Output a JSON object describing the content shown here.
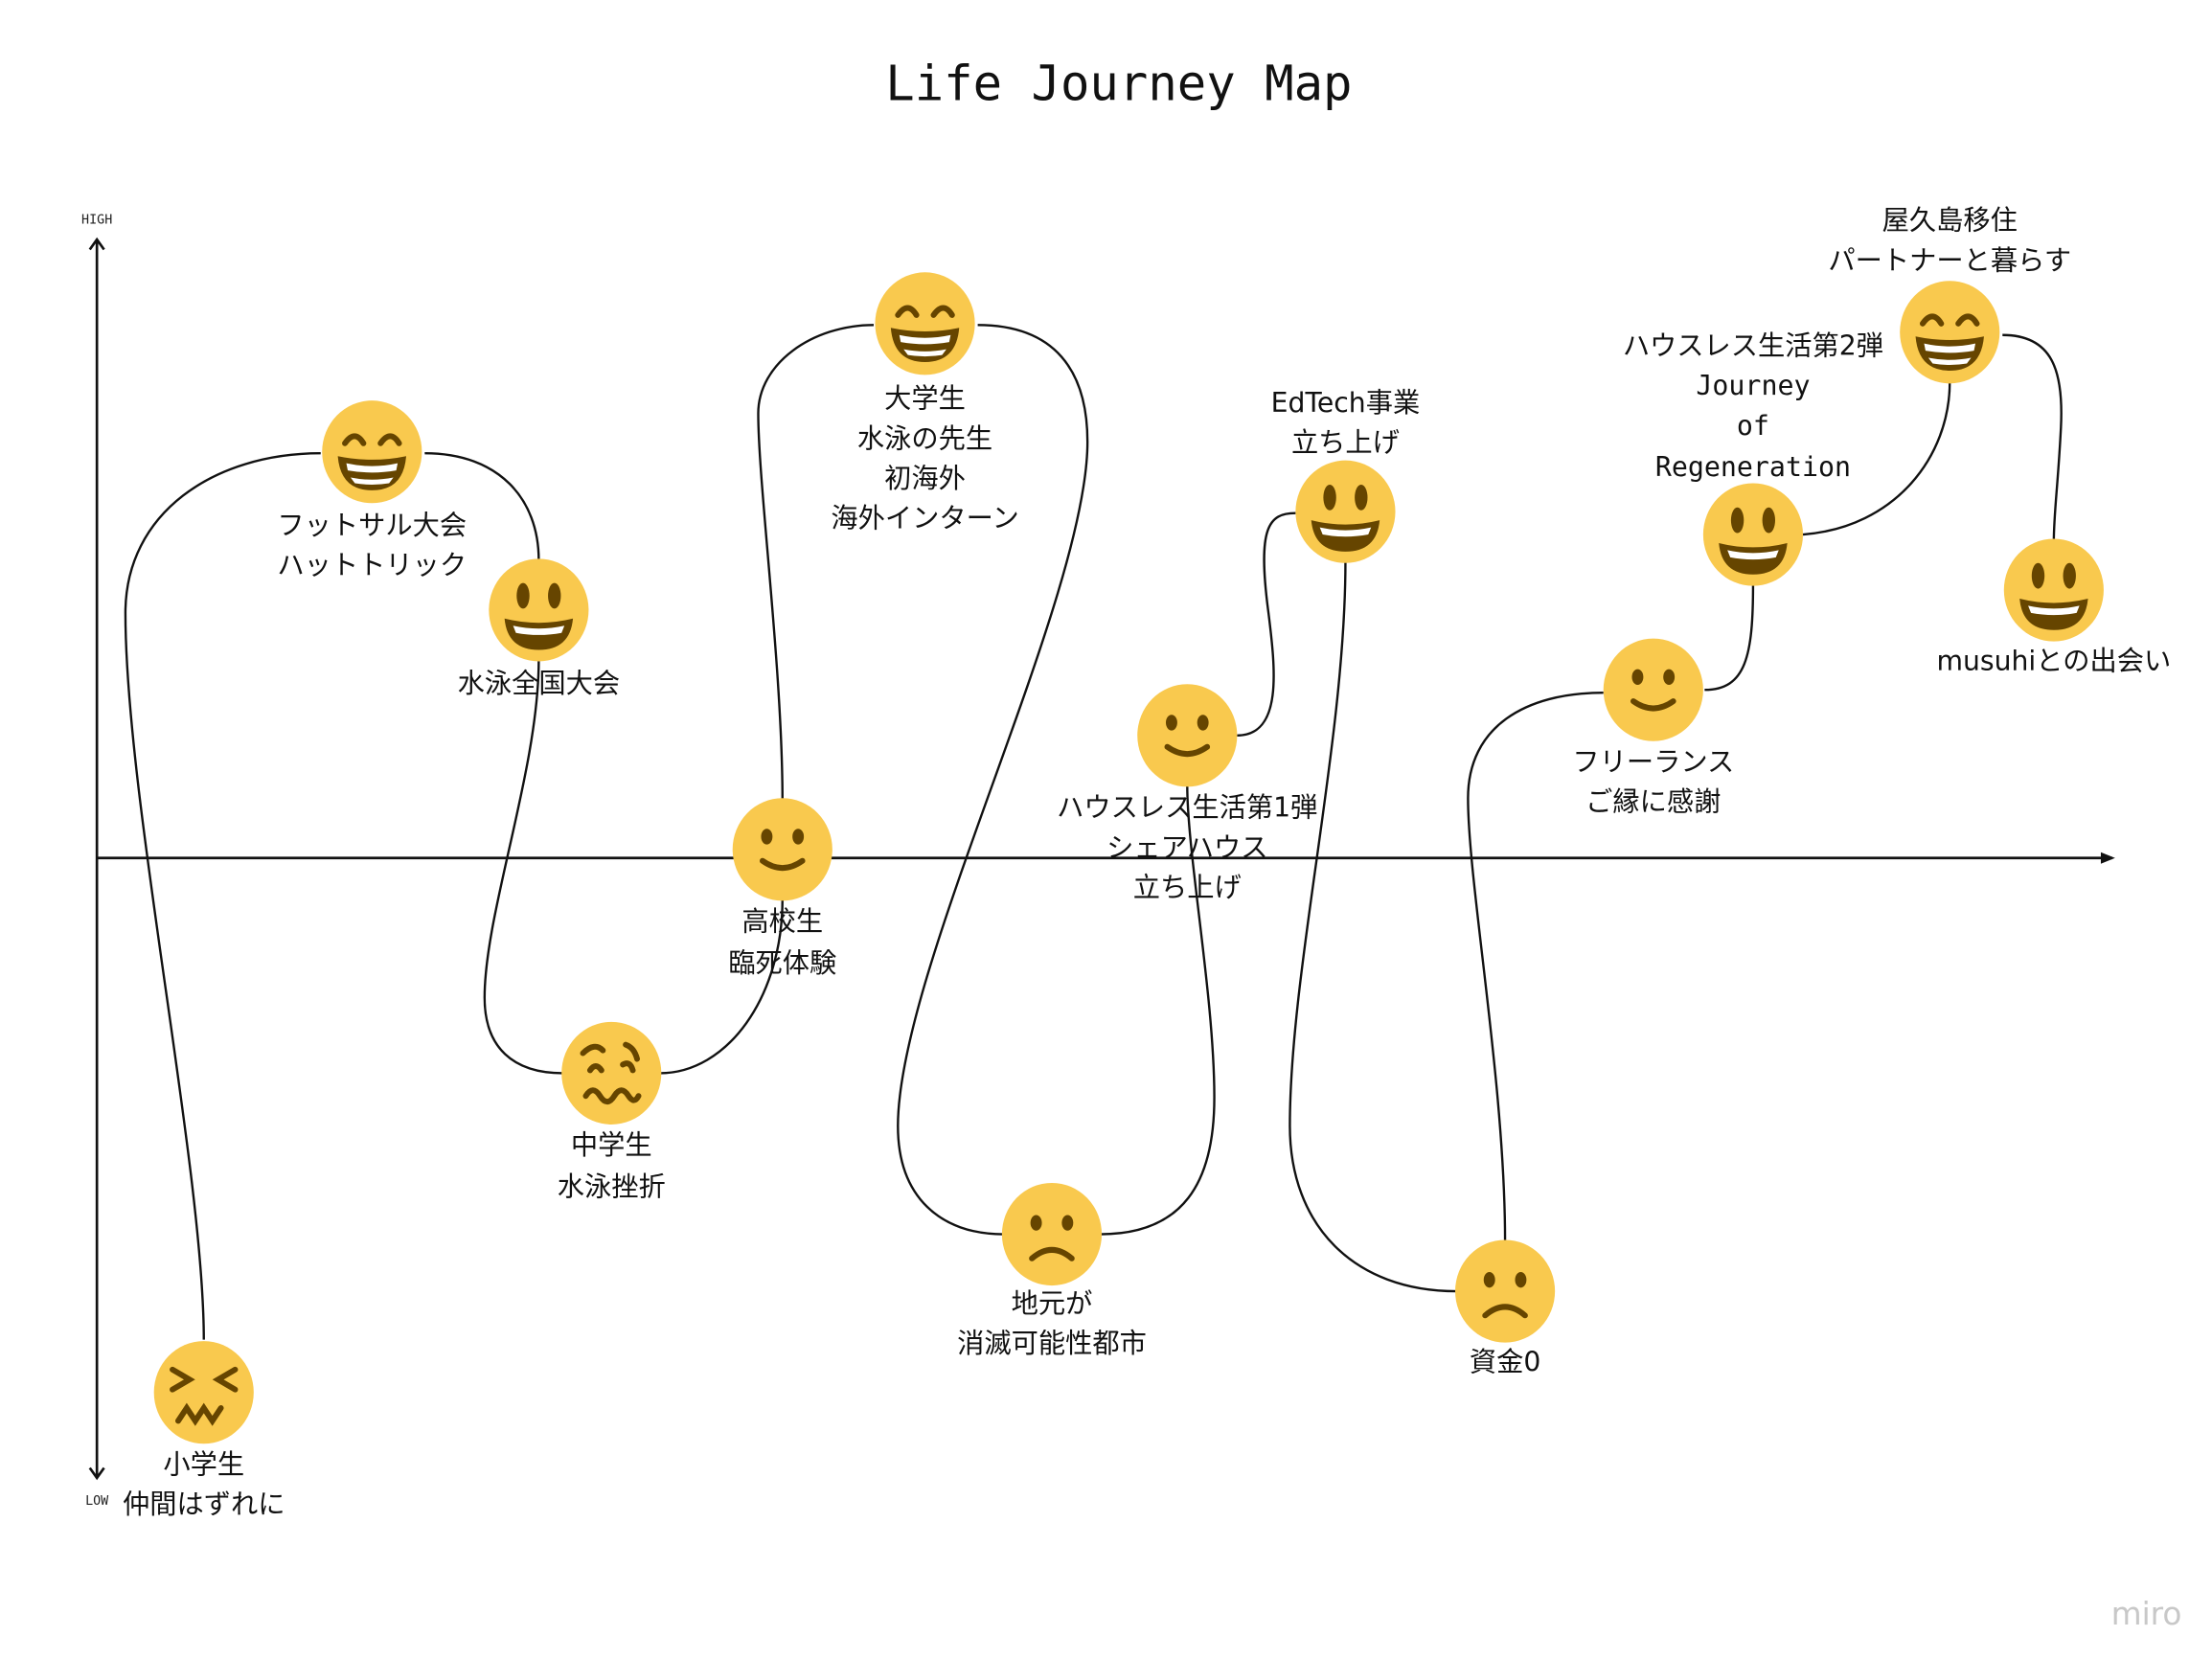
{
  "title": "Life Journey Map",
  "axis": {
    "high": "HIGH",
    "low": "LOW"
  },
  "watermark": "miro",
  "colors": {
    "face": "#F9C94E",
    "feature": "#664500",
    "line": "#111111"
  },
  "events": [
    {
      "face": "confounded",
      "lines": [
        "小学生",
        "仲間はずれに"
      ]
    },
    {
      "face": "grin-squint",
      "lines": [
        "フットサル大会",
        "ハットトリック"
      ]
    },
    {
      "face": "big-smile",
      "lines": [
        "水泳全国大会"
      ]
    },
    {
      "face": "woozy",
      "lines": [
        "中学生",
        "水泳挫折"
      ]
    },
    {
      "face": "slight-smile",
      "lines": [
        "高校生",
        "臨死体験"
      ]
    },
    {
      "face": "grin-squint",
      "lines": [
        "大学生",
        "水泳の先生",
        "初海外",
        "海外インターン"
      ]
    },
    {
      "face": "frown",
      "lines": [
        "地元が",
        "消滅可能性都市"
      ]
    },
    {
      "face": "slight-smile",
      "lines": [
        "ハウスレス生活第1弾",
        "シェアハウス",
        "立ち上げ"
      ]
    },
    {
      "face": "big-smile",
      "lines": [
        "EdTech事業",
        "立ち上げ"
      ]
    },
    {
      "face": "frown",
      "lines": [
        "資金0"
      ]
    },
    {
      "face": "slight-smile",
      "lines": [
        "フリーランス",
        "ご縁に感謝"
      ]
    },
    {
      "face": "big-smile",
      "lines": [
        "ハウスレス生活第2弾",
        "Journey",
        "of",
        "Regeneration"
      ]
    },
    {
      "face": "grin-squint",
      "lines": [
        "屋久島移住",
        "パートナーと暮らす"
      ]
    },
    {
      "face": "big-smile",
      "lines": [
        "musuhiとの出会い"
      ]
    }
  ]
}
